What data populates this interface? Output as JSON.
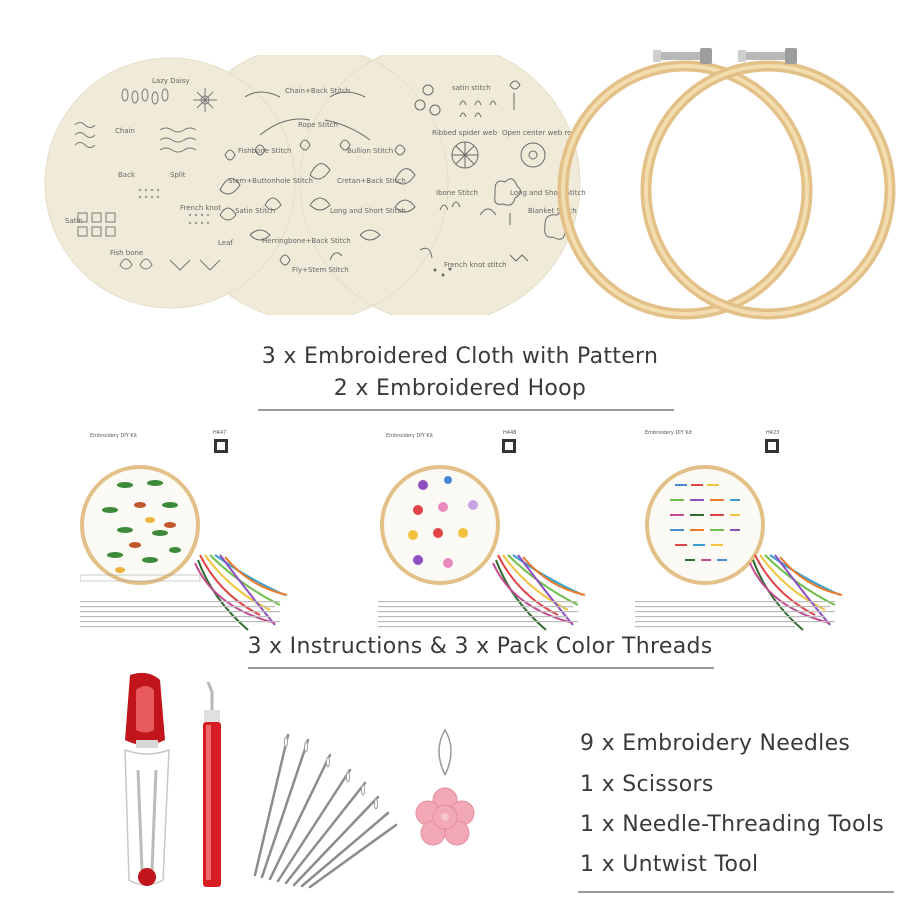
{
  "cloth_labels": {
    "cloth1": [
      "Lazy Daisy",
      "Chain",
      "Back",
      "Split",
      "Satin",
      "French knot",
      "Fish bone",
      "Leaf"
    ],
    "cloth2": [
      "Chain+Back Stitch",
      "Rope Stitch",
      "Fishbone Stitch",
      "Bullion Stitch",
      "Stem+Buttonhole Stitch",
      "Cretan+Back Stitch",
      "Satin Stitch",
      "Long and Short Stitch",
      "Herringbone+Back Stitch",
      "Fly+Stem Stitch"
    ],
    "cloth3": [
      "satin stitch",
      "Ribbed spider web",
      "Open center web rose",
      "Ibone Stitch",
      "Long and Short Stitch",
      "Blanket Stitch",
      "French knot stitch"
    ]
  },
  "caption_top": {
    "line1": "3 x Embroidered Cloth with Pattern",
    "line2": "2 x Embroidered Hoop"
  },
  "sheets": [
    {
      "title": "Embroidery DIY Kit",
      "code": "H447"
    },
    {
      "title": "Embroidery DIY Kit",
      "code": "H448"
    },
    {
      "title": "Embroidery DIY Kit",
      "code": "H423"
    }
  ],
  "caption_middle": "3 x Instructions & 3 x Pack Color Threads",
  "items": [
    "9 x Embroidery Needles",
    "1 x Scissors",
    "1 x Needle-Threading Tools",
    "1 x Untwist Tool"
  ],
  "colors": {
    "cloth": "#f0ebd8",
    "hoop": "#e8c88e",
    "hoop_inner": "#f3dcae",
    "metal": "#b8b8b8",
    "scissors_red": "#c2151b",
    "threader_pink": "#f2a9b5",
    "rule": "#9a9a9a"
  }
}
